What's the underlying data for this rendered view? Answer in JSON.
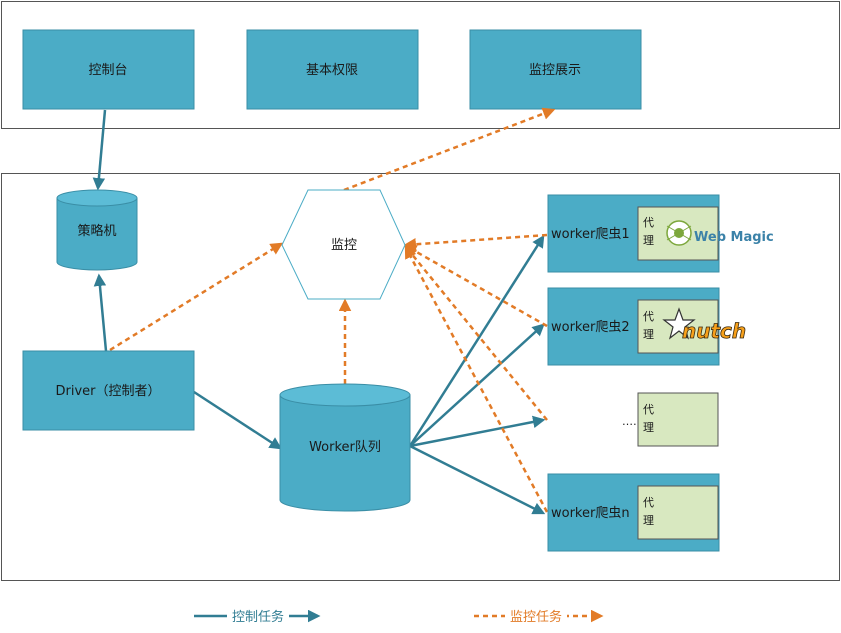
{
  "colors": {
    "teal": "#4bacc6",
    "teal_border": "#3a8ea6",
    "control_arrow": "#317d93",
    "monitor_arrow": "#e27b27",
    "proxy_fill": "#d8e8c0"
  },
  "top_panel": {
    "console": "控制台",
    "permissions": "基本权限",
    "monitor_display": "监控展示"
  },
  "main_panel": {
    "strategy": "策略机",
    "monitor": "监控",
    "driver": "Driver（控制者）",
    "queue": "Worker队列",
    "workers": [
      {
        "label": "worker爬虫1",
        "proxy": "代理",
        "logo": "Web Magic"
      },
      {
        "label": "worker爬虫2",
        "proxy": "代理",
        "logo": "nutch"
      },
      {
        "label": "",
        "proxy": "代理",
        "dots": "……"
      },
      {
        "label": "worker爬虫n",
        "proxy": "代理"
      }
    ]
  },
  "legend": {
    "control": "控制任务",
    "monitor": "监控任务"
  }
}
